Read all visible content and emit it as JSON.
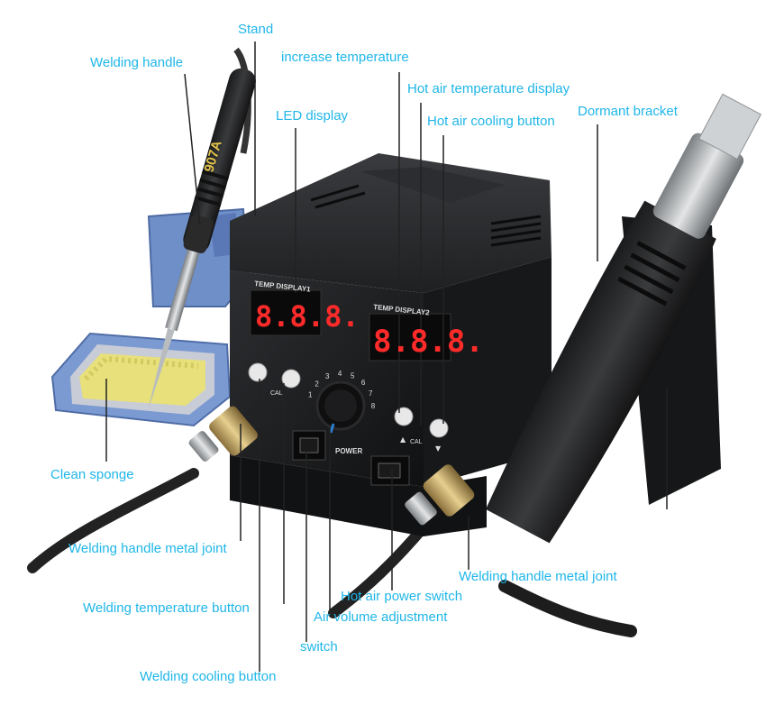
{
  "labels": {
    "stand": "Stand",
    "increase_temperature": "increase temperature",
    "welding_handle": "Welding handle",
    "hot_air_temperature_display": "Hot air temperature display",
    "led_display": "LED display",
    "hot_air_cooling_button": "Hot air cooling button",
    "dormant_bracket": "Dormant bracket",
    "clean_sponge": "Clean sponge",
    "welding_handle_metal_joint_left": "Welding handle metal joint",
    "welding_handle_metal_joint_right": "Welding handle metal joint",
    "hot_air_power_switch": "Hot air power switch",
    "welding_temperature_button": "Welding temperature button",
    "air_volume_adjustment": "Air volume adjustment",
    "switch": "switch",
    "welding_cooling_button": "Welding cooling button"
  },
  "device": {
    "display1_caption": "TEMP DISPLAY1",
    "display2_caption": "TEMP DISPLAY2",
    "display1_digits": "8.8.8.",
    "display2_digits": "8.8.8.",
    "cal_left": "CAL",
    "cal_right": "CAL",
    "power_caption": "POWER",
    "iron_brand": "907A",
    "knob_scale": [
      "1",
      "2",
      "3",
      "4",
      "5",
      "6",
      "7",
      "8"
    ],
    "arrow_up": "▲",
    "arrow_down": "▼"
  },
  "colors": {
    "label": "#1fb6e8",
    "leader": "#222222",
    "body": "#1b1c1e",
    "led": "#ff2a2a",
    "sponge": "#e8e07a",
    "stand": "#6f8fc9"
  }
}
